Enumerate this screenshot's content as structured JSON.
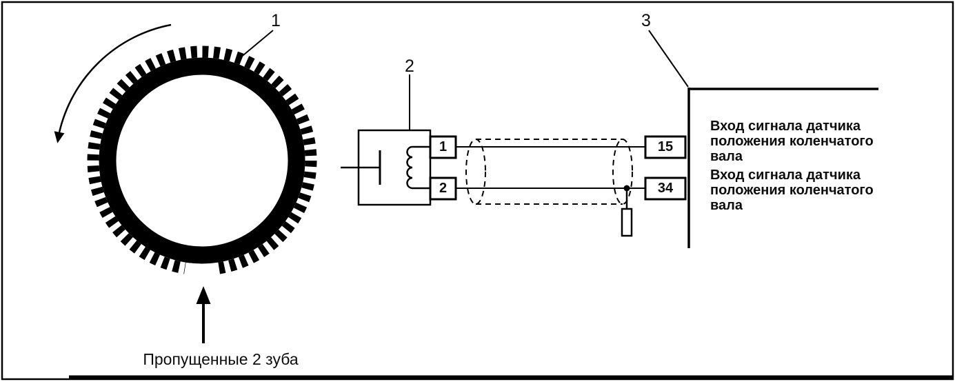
{
  "colors": {
    "ink": "#000000",
    "paper": "#ffffff"
  },
  "callouts": {
    "wheel": "1",
    "sensor": "2",
    "ecu": "3"
  },
  "sensor": {
    "pin_top": "1",
    "pin_bottom": "2"
  },
  "ecu": {
    "pin_top": "15",
    "pin_bottom": "34",
    "pin_top_label": "Вход сигнала датчика\nположения коленчатого\nвала",
    "pin_bottom_label": "Вход сигнала датчика\nположения коленчатого\nвала"
  },
  "wheel": {
    "missing_teeth_label": "Пропущенные 2 зуба"
  }
}
